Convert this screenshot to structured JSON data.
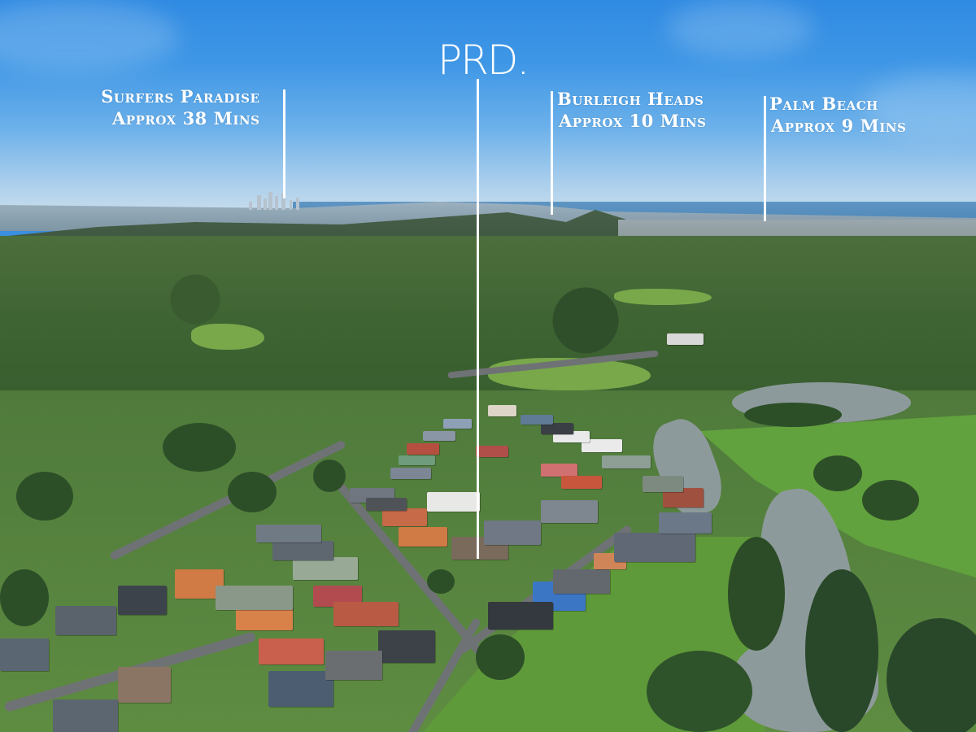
{
  "brand": {
    "logo_text": "PRD."
  },
  "annotations": [
    {
      "place": "Surfers Paradise",
      "travel_time": "Approx 38 Mins"
    },
    {
      "place": "Burleigh Heads",
      "travel_time": "Approx 10 Mins"
    },
    {
      "place": "Palm Beach",
      "travel_time": "Approx 9 Mins"
    }
  ],
  "colors": {
    "sky_top": "#2f8ae2",
    "sky_horizon": "#c6dcec",
    "sea": "#4c86b8",
    "grass": "#5f9a3a",
    "forest": "#345a2c",
    "river": "#8d9a9b",
    "overlay_text": "#ffffff"
  }
}
